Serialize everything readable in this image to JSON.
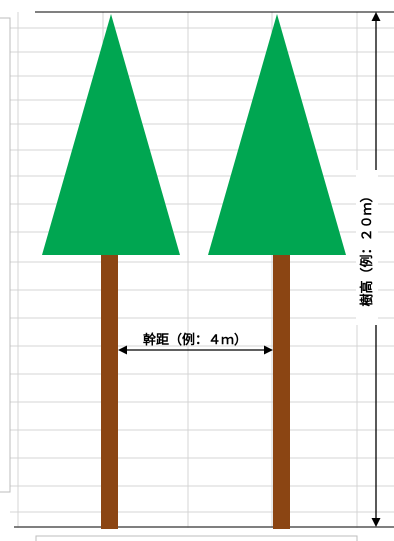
{
  "colors": {
    "foliage": "#00a651",
    "trunk": "#8b4513",
    "grid": "#d4d4d4",
    "dimension_line": "#000000"
  },
  "labels": {
    "trunk_spacing": "幹距（例：４ｍ）",
    "tree_height": "樹高（例：２０ｍ）"
  },
  "trees": [
    {
      "name": "tree-left",
      "shape": "conifer"
    },
    {
      "name": "tree-right",
      "shape": "conifer"
    }
  ]
}
